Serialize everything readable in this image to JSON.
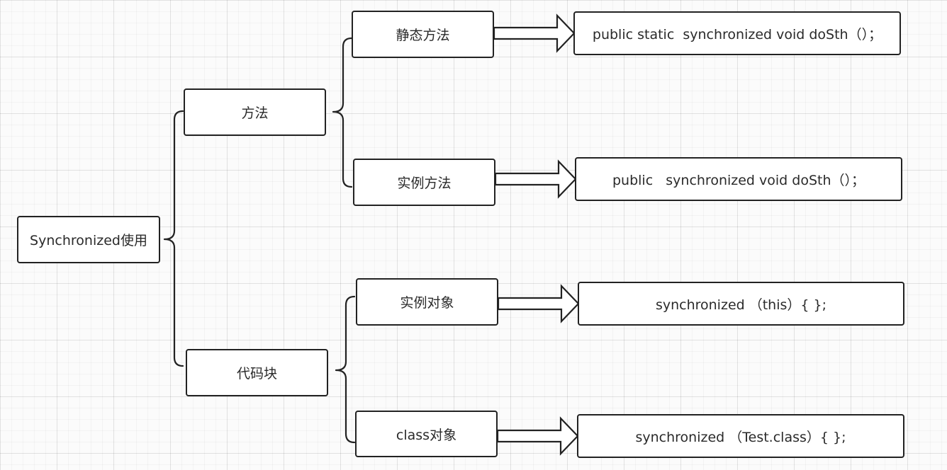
{
  "diagram": {
    "root": "Synchronized使用",
    "level1": {
      "method": "方法",
      "code_block": "代码块"
    },
    "level2": {
      "static_method": "静态方法",
      "instance_method": "实例方法",
      "instance_object": "实例对象",
      "class_object": "class对象"
    },
    "code": {
      "static_method": "public static  synchronized void doSth（）；",
      "instance_method": "public   synchronized void doSth（）；",
      "instance_object": "synchronized （this）{ };",
      "class_object": "synchronized （Test.class）{ };"
    }
  },
  "colors": {
    "stroke": "#222222",
    "node_fill": "#ffffff",
    "background": "#fbfbfb"
  }
}
